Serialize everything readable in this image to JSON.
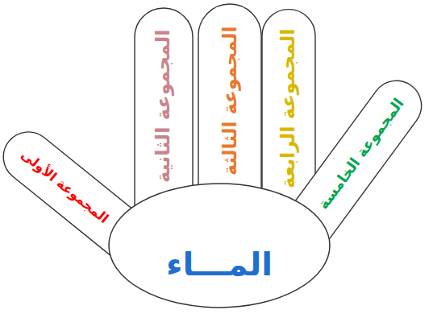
{
  "diagram": {
    "nodes": [
      {
        "text": [
          "المجموعة الأولى"
        ]
      },
      {
        "text": [
          "المجموعة الثانية"
        ]
      },
      {
        "text": [
          "المجموعة الثالثة"
        ]
      },
      {
        "text": [
          "المجموعة الرابعة"
        ]
      },
      {
        "text": [
          "المجموعة الخامسة"
        ]
      },
      {
        "text": [
          "المـــاء"
        ]
      }
    ]
  }
}
